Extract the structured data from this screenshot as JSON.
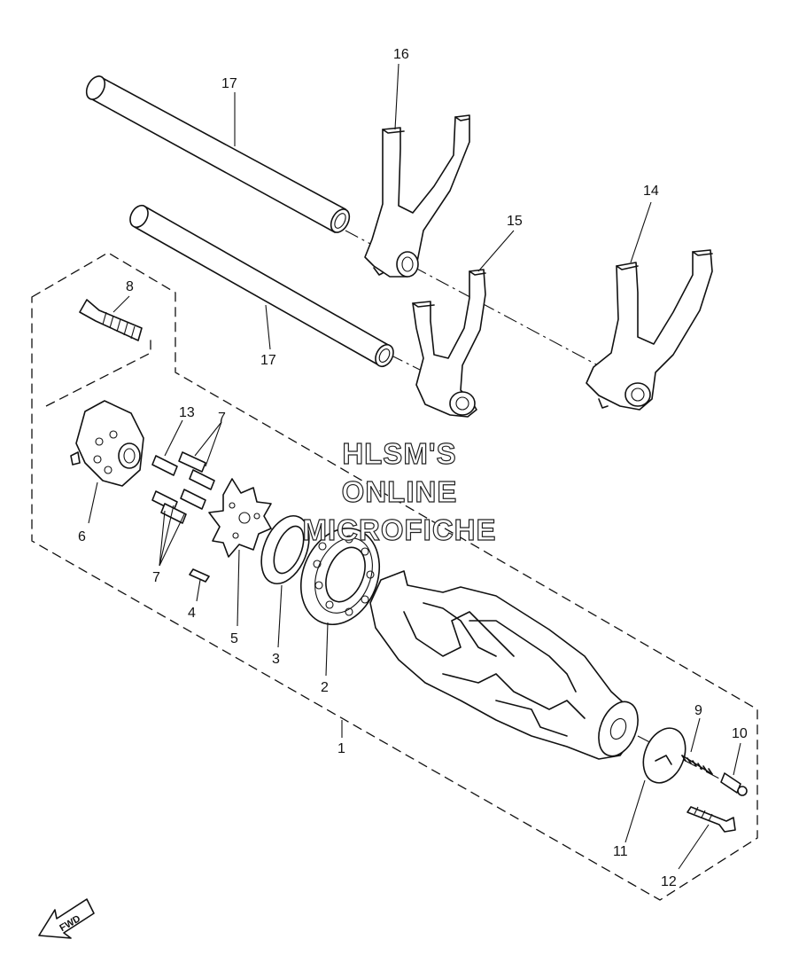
{
  "watermark": {
    "line1": "HLSM'S",
    "line2": "ONLINE",
    "line3": "MICROFICHE"
  },
  "fwd_label": "FWD",
  "callouts": {
    "c1": "1",
    "c2": "2",
    "c3": "3",
    "c4": "4",
    "c5": "5",
    "c6": "6",
    "c7a": "7",
    "c7b": "7",
    "c8": "8",
    "c9": "9",
    "c10": "10",
    "c11": "11",
    "c12": "12",
    "c13": "13",
    "c14": "14",
    "c15": "15",
    "c16": "16",
    "c17a": "17",
    "c17b": "17"
  }
}
